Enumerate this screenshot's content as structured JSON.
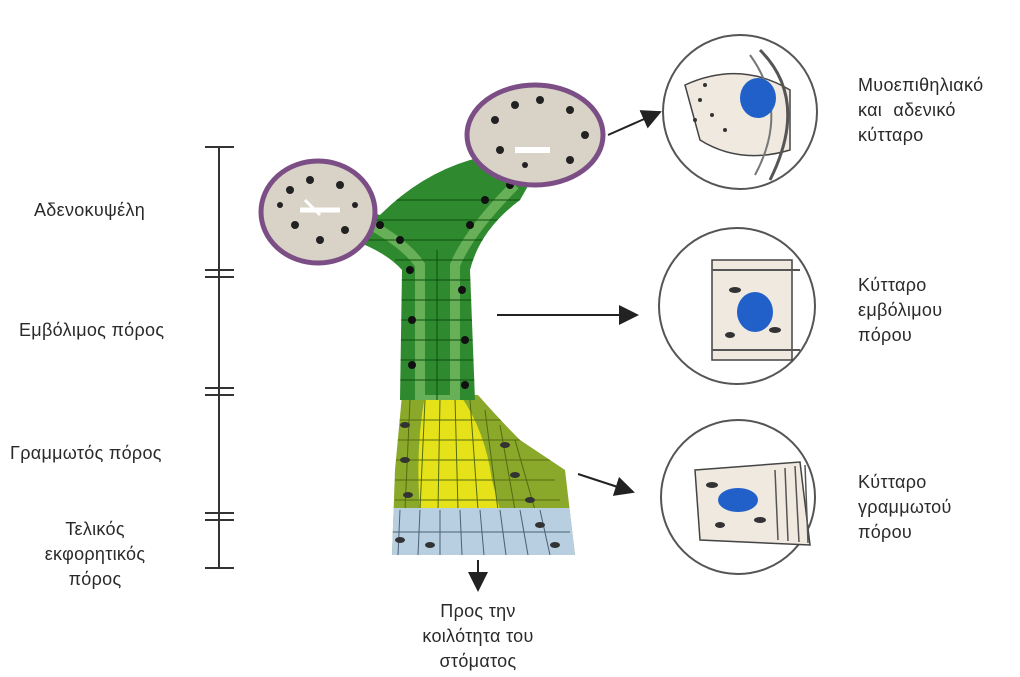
{
  "segments": {
    "acinus": "Αδενοκυψέλη",
    "intercalated": "Εμβόλιμος πόρος",
    "striated": "Γραμμωτός πόρος",
    "terminal": [
      "Τελικός",
      "εκφορητικός",
      "πόρος"
    ]
  },
  "outlet": [
    "Προς την",
    "κοιλότητα του",
    "στόματος"
  ],
  "cells": {
    "myoepithelial": [
      "Μυοεπιθηλιακό",
      "και αδενικό",
      "κύτταρο"
    ],
    "intercalated": [
      "Κύτταρο",
      "εμβόλιμου",
      "πόρου"
    ],
    "striated": [
      "Κύτταρο",
      "γραμμωτού",
      "πόρου"
    ]
  },
  "colors": {
    "duct_green": "#2f8a2f",
    "striated_yellow": "#e6e21a",
    "striated_olive": "#8aa82a",
    "terminal_blue": "#b7cfe0",
    "acinus_fill": "#d9d2c6",
    "acinus_border": "#7b4e86",
    "nucleus_blue": "#2060c8"
  }
}
